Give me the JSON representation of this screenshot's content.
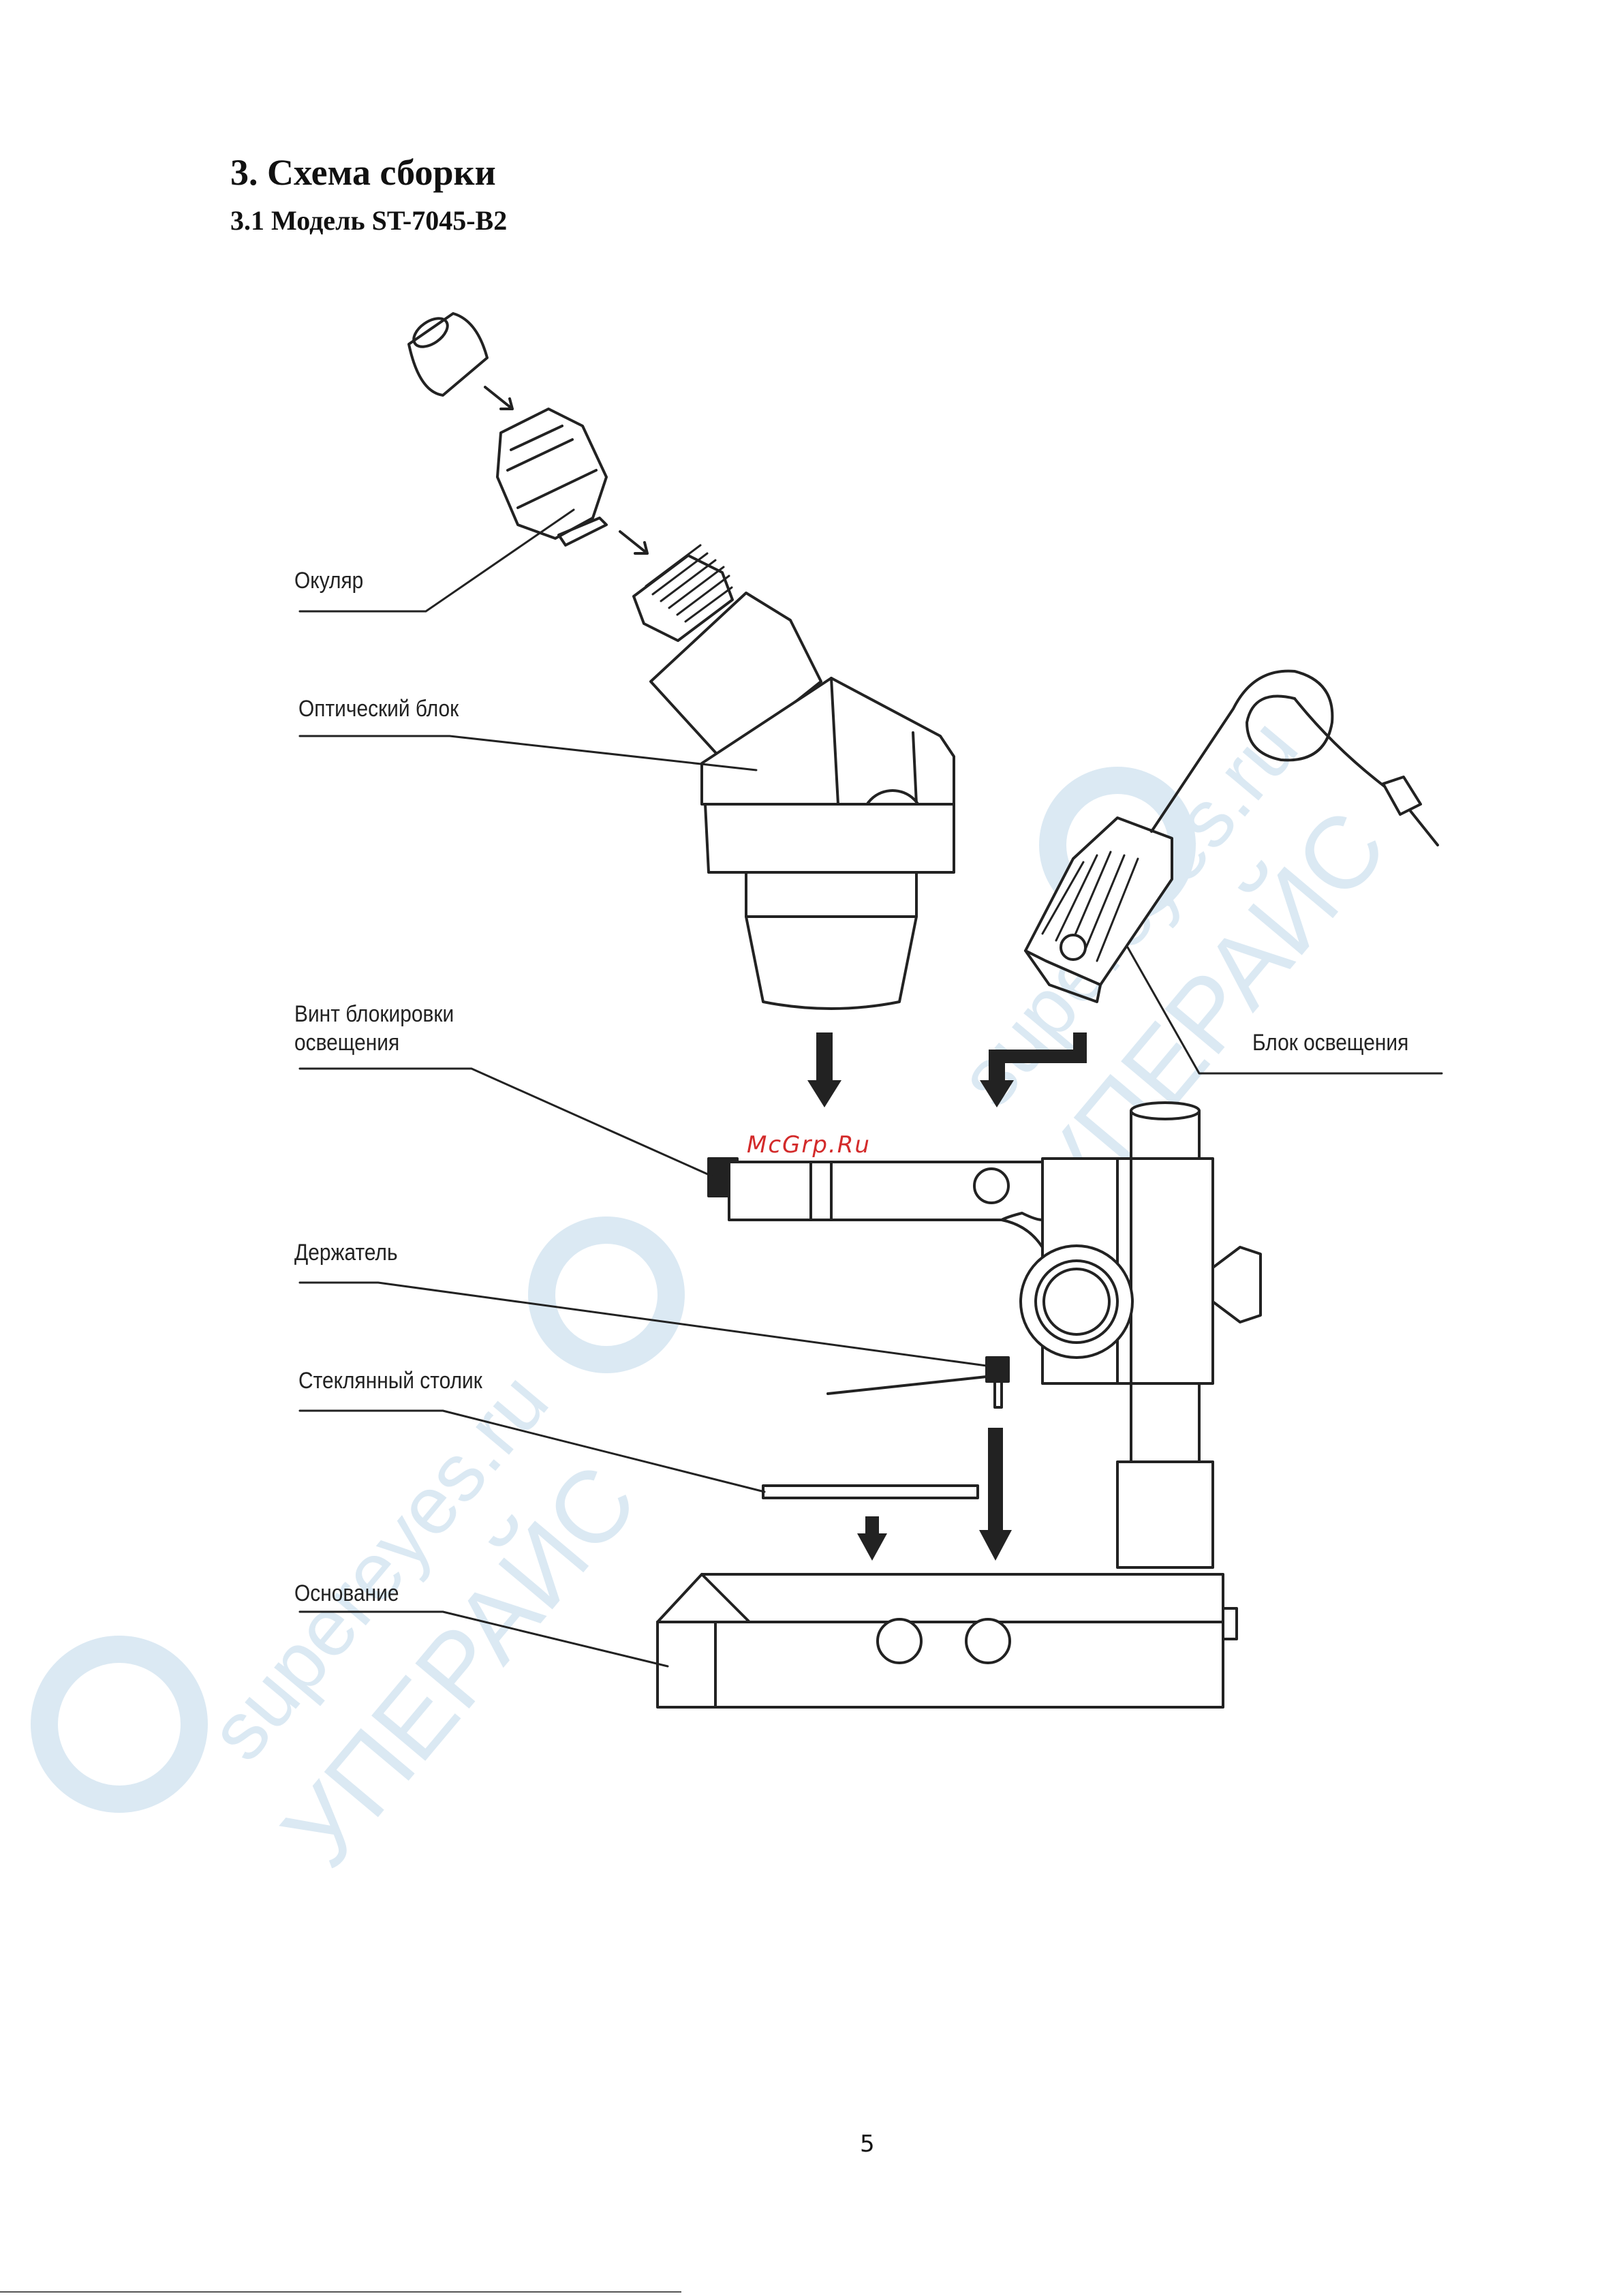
{
  "heading": "3. Схема сборки",
  "subheading": "3.1 Модель ST-7045-B2",
  "labels": {
    "eyepiece": "Окуляр",
    "optical_block": "Оптический блок",
    "lock_screw_line1": "Винт блокировки",
    "lock_screw_line2": "освещения",
    "holder": "Держатель",
    "glass_stage": "Стеклянный столик",
    "base": "Основание",
    "light_block": "Блок освещения"
  },
  "watermarks": {
    "site_mark": "McGrp.Ru",
    "brand_url": "supereyes.ru",
    "brand_name": "УПЕРАЙС"
  },
  "page_number": "5",
  "colors": {
    "line": "#222222",
    "site_mark": "#d32a2a",
    "watermark": "#dbe9f3"
  }
}
